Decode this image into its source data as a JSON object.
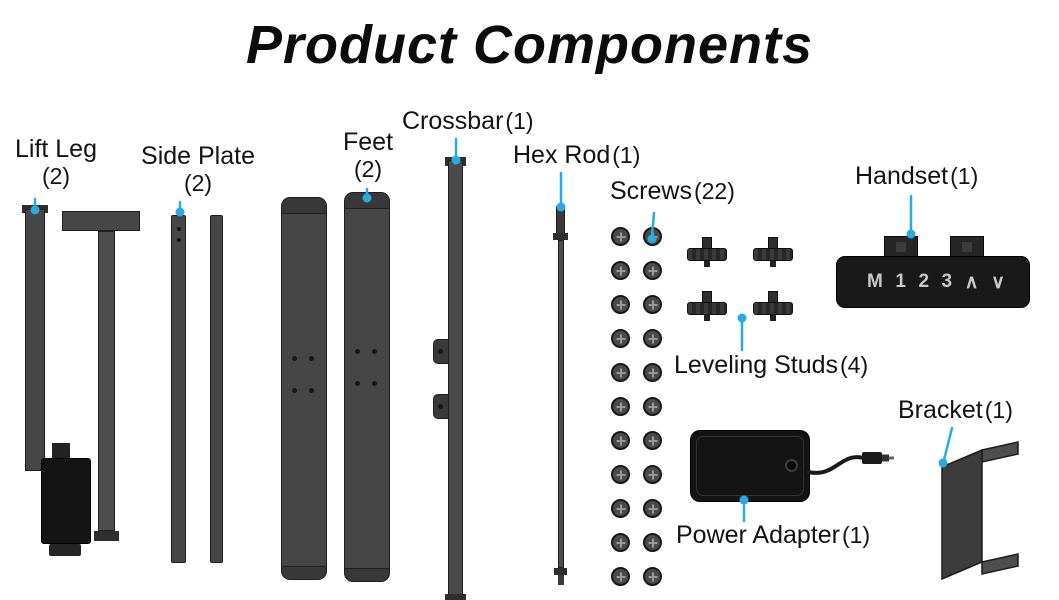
{
  "title": "Product Components",
  "colors": {
    "accent": "#29abe2",
    "ink": "#141414"
  },
  "components": [
    {
      "id": "lift-leg",
      "name": "Lift Leg",
      "qty": "(2)"
    },
    {
      "id": "side-plate",
      "name": "Side Plate",
      "qty": "(2)"
    },
    {
      "id": "feet",
      "name": "Feet",
      "qty": "(2)"
    },
    {
      "id": "crossbar",
      "name": "Crossbar",
      "qty": "(1)"
    },
    {
      "id": "hex-rod",
      "name": "Hex Rod",
      "qty": "(1)"
    },
    {
      "id": "screws",
      "name": "Screws",
      "qty": "(22)"
    },
    {
      "id": "handset",
      "name": "Handset",
      "qty": "(1)"
    },
    {
      "id": "leveling-studs",
      "name": "Leveling Studs",
      "qty": "(4)"
    },
    {
      "id": "bracket",
      "name": "Bracket",
      "qty": "(1)"
    },
    {
      "id": "power-adapter",
      "name": "Power Adapter",
      "qty": "(1)"
    }
  ],
  "handset_buttons": [
    "M",
    "1",
    "2",
    "3",
    "∧",
    "∨"
  ]
}
